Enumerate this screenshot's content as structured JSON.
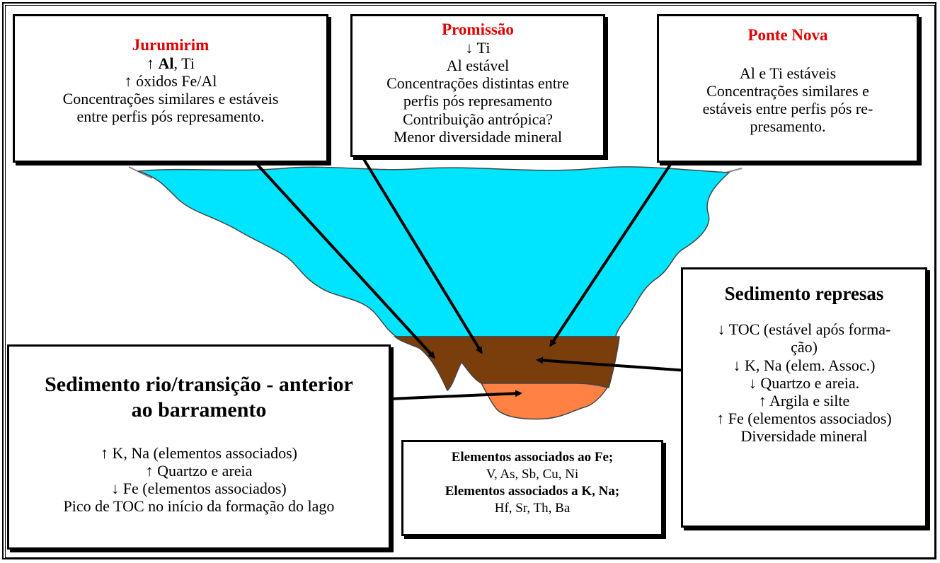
{
  "colors": {
    "water": "#00e5ff",
    "sediment_dam": "#7a3d0c",
    "sediment_river": "#ff8244",
    "title_red": "#e00000"
  },
  "boxes": {
    "jurumirim": {
      "title": "Jurumirim",
      "line1_arrow": "↑ ",
      "line1_bold": "Al",
      "line1_rest": ", Ti",
      "line2": "↑ óxidos Fe/Al",
      "line3": "Concentrações similares e estáveis",
      "line4": "entre perfis pós represamento."
    },
    "promissao": {
      "title": "Promissão",
      "lines": [
        "↓ Ti",
        "Al estável",
        "Concentrações distintas entre",
        "perfis pós represamento",
        "Contribuição antrópica?",
        "Menor diversidade mineral"
      ]
    },
    "ponte_nova": {
      "title": "Ponte Nova",
      "lines": [
        "Al e Ti estáveis",
        "Concentrações similares e",
        "estáveis entre perfis pós re-",
        "presamento."
      ]
    },
    "sedimento_represas": {
      "title": "Sedimento represas",
      "lines": [
        "↓ TOC (estável após forma-",
        "ção)",
        "↓ K, Na (elem. Assoc.)",
        "↓ Quartzo e areia.",
        "↑ Argila e silte",
        "↑ Fe (elementos associados)",
        "Diversidade mineral"
      ]
    },
    "sedimento_rio": {
      "title_line1": "Sedimento rio/transição - anterior",
      "title_line2": "ao barramento",
      "lines": [
        "↑ K, Na (elementos associados)",
        "↑ Quartzo e areia",
        "↓ Fe (elementos associados)",
        "Pico de TOC no início da formação do lago"
      ]
    },
    "elementos": {
      "head1": "Elementos associados ao Fe;",
      "list1": "V, As, Sb, Cu, Ni",
      "head2": "Elementos associados a K, Na;",
      "list2": "Hf, Sr, Th, Ba"
    }
  }
}
